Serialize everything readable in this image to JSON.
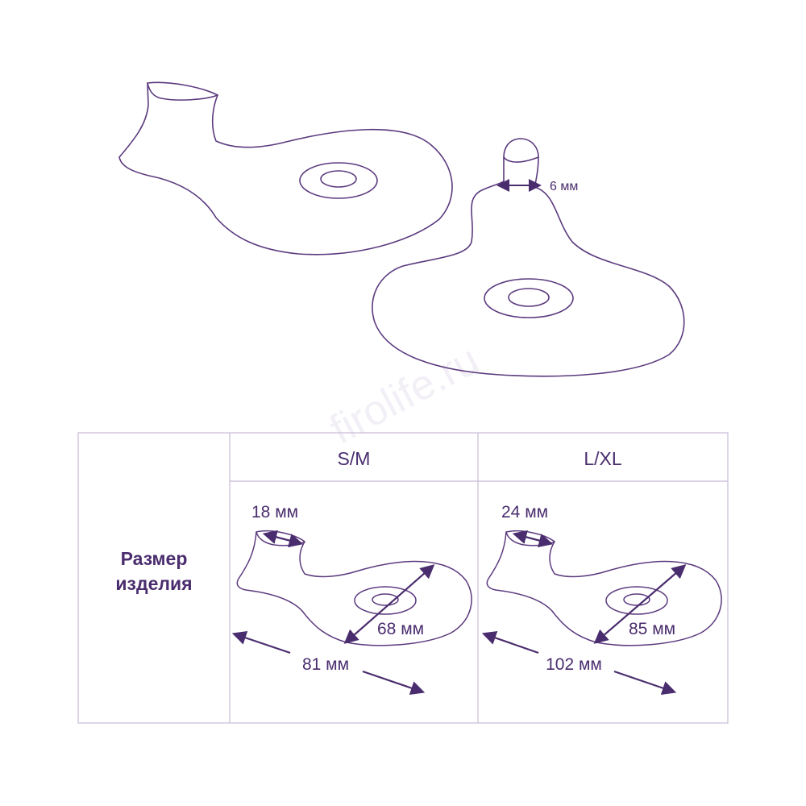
{
  "watermark": "firolife.ru",
  "illustration": {
    "stem_width_label": "6 мм"
  },
  "table": {
    "row_title_line1": "Размер",
    "row_title_line2": "изделия",
    "columns": [
      {
        "size": "S/M",
        "top_width": "18 мм",
        "diameter": "68 мм",
        "length": "81 мм"
      },
      {
        "size": "L/XL",
        "top_width": "24 мм",
        "diameter": "85 мм",
        "length": "102 мм"
      }
    ]
  },
  "colors": {
    "outline": "#5b3a7e",
    "text": "#4a2d6e",
    "table_border": "#cfc4db"
  }
}
